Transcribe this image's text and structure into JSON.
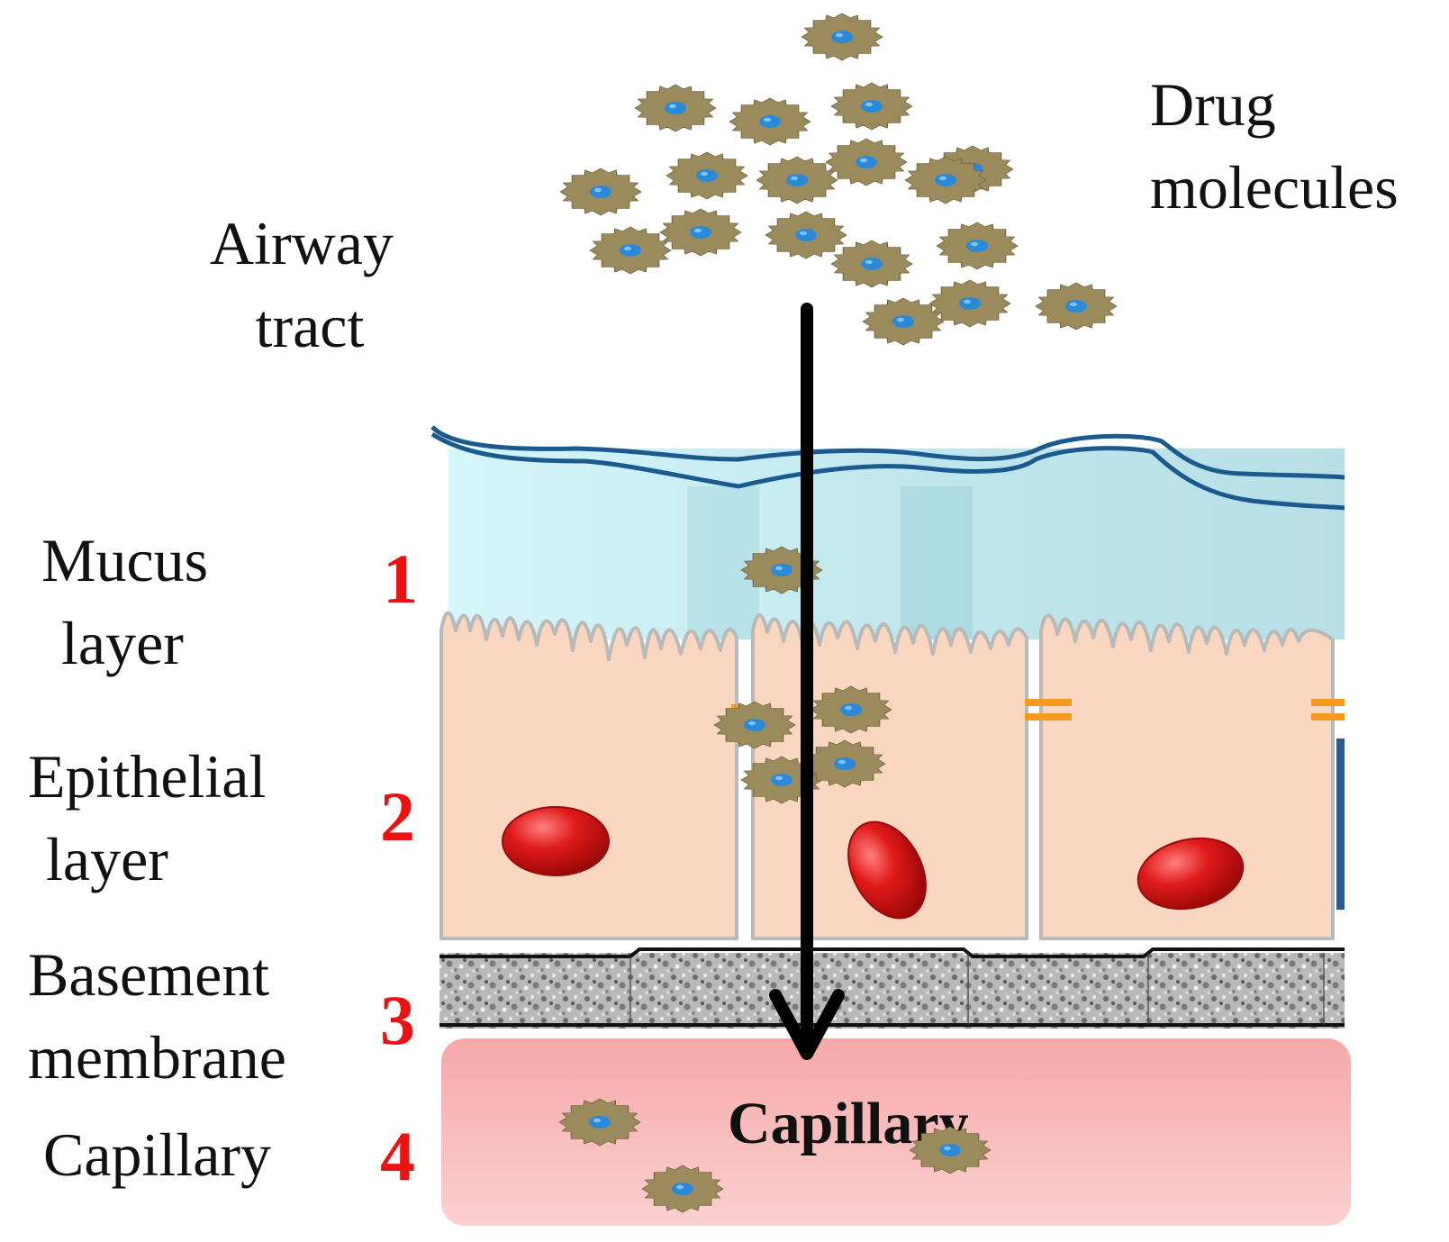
{
  "labels": {
    "drug": [
      "Drug",
      "molecules"
    ],
    "airway": [
      "Airway",
      "tract"
    ],
    "mucus": [
      "Mucus",
      "layer"
    ],
    "epithelial": [
      "Epithelial",
      "layer"
    ],
    "basement": [
      "Basement",
      "membrane"
    ],
    "capillary_side": "Capillary",
    "capillary_center": "Capillary"
  },
  "layer_numbers": [
    "1",
    "2",
    "3",
    "4"
  ],
  "icons": [
    "drug-molecule-icon",
    "nucleus-icon",
    "arrow-down-icon",
    "tight-junction-icon"
  ],
  "colors": {
    "mucus": "#bfe6ec",
    "epithelium": "#f8d6bf",
    "capillary": "#f7b2b2",
    "nucleus": "#d81818",
    "molecule": "#9a8a5c",
    "molecule_core": "#2a8ad8",
    "mucus_line": "#1a5a8e",
    "number": "#ee1111"
  }
}
